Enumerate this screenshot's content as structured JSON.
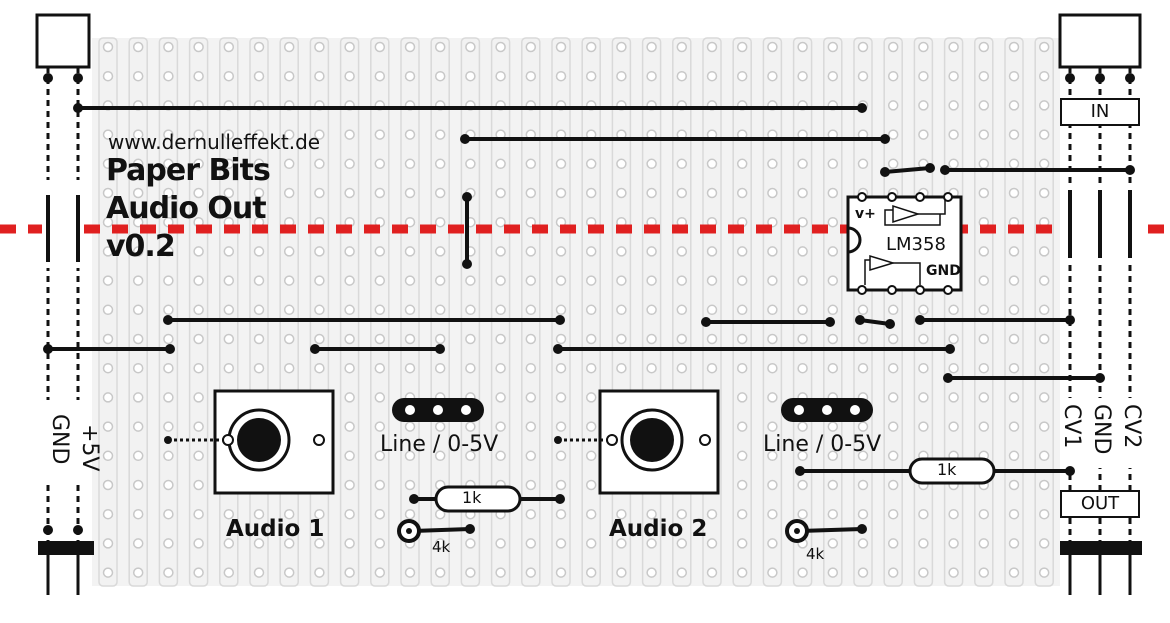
{
  "website": "www.dernulleffekt.de",
  "title_lines": [
    "Paper Bits",
    "Audio Out",
    "v0.2"
  ],
  "chip": {
    "name": "LM358",
    "vplus": "v+",
    "gnd": "GND"
  },
  "jacks": [
    {
      "label": "Audio 1",
      "mode": "Line / 0-5V",
      "resistor": "1k",
      "pot": "4k"
    },
    {
      "label": "Audio 2",
      "mode": "Line / 0-5V",
      "resistor": "1k",
      "pot": "4k"
    }
  ],
  "right_resistor": "1k",
  "left_header": {
    "pins": [
      "GND",
      "+5V"
    ]
  },
  "in_header": {
    "label": "IN"
  },
  "out_header": {
    "label": "OUT",
    "pins": [
      "CV1",
      "GND",
      "CV2"
    ]
  },
  "colors": {
    "board": "#f2f2f2",
    "track": "#d9d9d9",
    "ink": "#111111",
    "cutline": "#e02020"
  }
}
